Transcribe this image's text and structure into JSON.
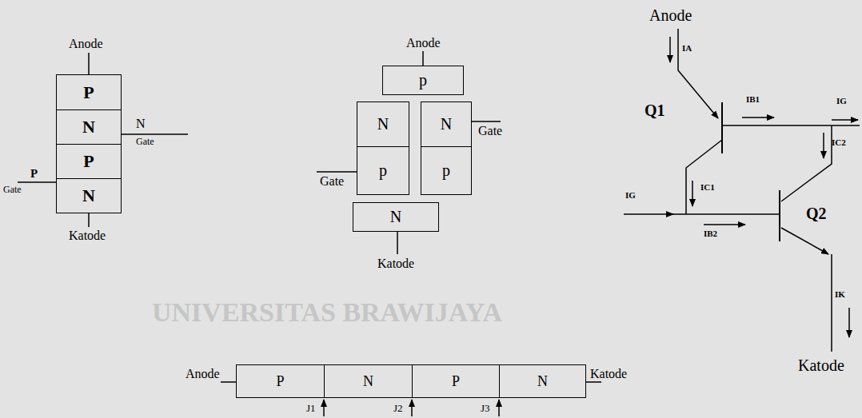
{
  "diagram": {
    "nodes": [
      {
        "text": [
          "P"
        ]
      },
      {
        "text": [
          "N"
        ]
      },
      {
        "text": [
          "P"
        ]
      },
      {
        "text": [
          "N"
        ]
      },
      {
        "text": [
          "p"
        ]
      },
      {
        "text": [
          "N"
        ]
      },
      {
        "text": [
          "p"
        ]
      },
      {
        "text": [
          "N"
        ]
      },
      {
        "text": [
          "p"
        ]
      },
      {
        "text": [
          "N"
        ]
      },
      {
        "text": [
          "P"
        ]
      },
      {
        "text": [
          "N"
        ]
      },
      {
        "text": [
          "P"
        ]
      },
      {
        "text": [
          "N"
        ]
      }
    ],
    "labels": [
      "Anode",
      "N",
      "Gate",
      "P",
      "Gate",
      "Katode",
      "Anode",
      "Gate",
      "Gate",
      "Katode",
      "Anode",
      "Katode",
      "J1",
      "J2",
      "J3",
      "Anode",
      "IA",
      "Q1",
      "IB1",
      "IG",
      "IC2",
      "IC1",
      "IG",
      "IB2",
      "Q2",
      "IK",
      "Katode",
      "UNIVERSITAS BRAWIJAYA"
    ]
  }
}
